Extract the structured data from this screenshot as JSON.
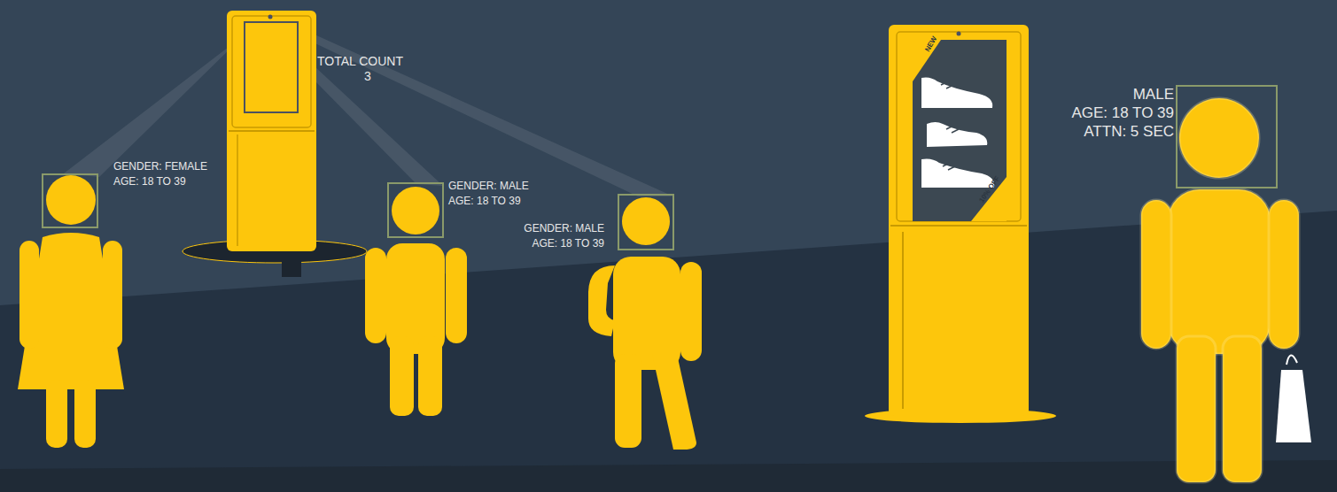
{
  "diagram": {
    "labels": [
      "TOTAL COUNT",
      "3",
      "GENDER: FEMALE",
      "AGE: 18 TO 39",
      "GENDER: MALE",
      "AGE: 18 TO 39",
      "GENDER: MALE",
      "AGE: 18 TO 39",
      "MALE",
      "AGE: 18 TO 39",
      "ATTN: 5 SEC",
      "NEW",
      "10% OFF"
    ]
  }
}
